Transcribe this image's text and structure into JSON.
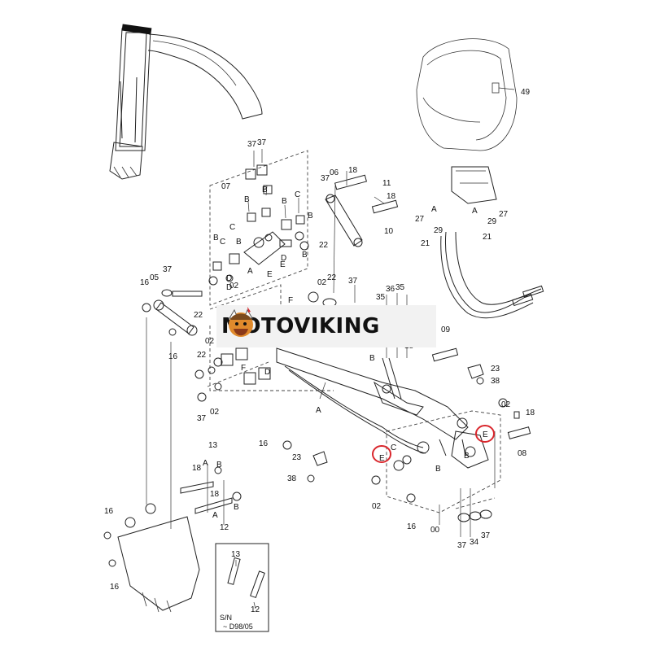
{
  "brand": {
    "name": "MOTOVIKING"
  },
  "colors": {
    "line": "#222222",
    "highlight": "#d9262c",
    "banner": "#f2f2f2"
  },
  "inset": {
    "serial": "S/N",
    "serial_range": "~ D98/05",
    "labels": [
      "13",
      "12"
    ]
  },
  "labels": [
    {
      "t": "37"
    },
    {
      "t": "37"
    },
    {
      "t": "07"
    },
    {
      "t": "B"
    },
    {
      "t": "B"
    },
    {
      "t": "C"
    },
    {
      "t": "B"
    },
    {
      "t": "B"
    },
    {
      "t": "C"
    },
    {
      "t": "B"
    },
    {
      "t": "C"
    },
    {
      "t": "D"
    },
    {
      "t": "A"
    },
    {
      "t": "E"
    },
    {
      "t": "E"
    },
    {
      "t": "D"
    },
    {
      "t": "B"
    },
    {
      "t": "22"
    },
    {
      "t": "37"
    },
    {
      "t": "06"
    },
    {
      "t": "18"
    },
    {
      "t": "11"
    },
    {
      "t": "18"
    },
    {
      "t": "10"
    },
    {
      "t": "16"
    },
    {
      "t": "05"
    },
    {
      "t": "37"
    },
    {
      "t": "22"
    },
    {
      "t": "B"
    },
    {
      "t": "D"
    },
    {
      "t": "02"
    },
    {
      "t": "22"
    },
    {
      "t": "37"
    },
    {
      "t": "35"
    },
    {
      "t": "36"
    },
    {
      "t": "35"
    },
    {
      "t": "F"
    },
    {
      "t": "02"
    },
    {
      "t": "49"
    },
    {
      "t": "A"
    },
    {
      "t": "A"
    },
    {
      "t": "27"
    },
    {
      "t": "29"
    },
    {
      "t": "29"
    },
    {
      "t": "27"
    },
    {
      "t": "21"
    },
    {
      "t": "21"
    },
    {
      "t": "16"
    },
    {
      "t": "02"
    },
    {
      "t": "22"
    },
    {
      "t": "F"
    },
    {
      "t": "D"
    },
    {
      "t": "02"
    },
    {
      "t": "37"
    },
    {
      "t": "09"
    },
    {
      "t": "18"
    },
    {
      "t": "B"
    },
    {
      "t": "A"
    },
    {
      "t": "23"
    },
    {
      "t": "38"
    },
    {
      "t": "02"
    },
    {
      "t": "18"
    },
    {
      "t": "08"
    },
    {
      "t": "16"
    },
    {
      "t": "23"
    },
    {
      "t": "38"
    },
    {
      "t": "E"
    },
    {
      "t": "E"
    },
    {
      "t": "C"
    },
    {
      "t": "B"
    },
    {
      "t": "B"
    },
    {
      "t": "02"
    },
    {
      "t": "16"
    },
    {
      "t": "00"
    },
    {
      "t": "37"
    },
    {
      "t": "34"
    },
    {
      "t": "37"
    },
    {
      "t": "13"
    },
    {
      "t": "A"
    },
    {
      "t": "B"
    },
    {
      "t": "18"
    },
    {
      "t": "18"
    },
    {
      "t": "B"
    },
    {
      "t": "A"
    },
    {
      "t": "12"
    },
    {
      "t": "16"
    },
    {
      "t": "16"
    }
  ]
}
